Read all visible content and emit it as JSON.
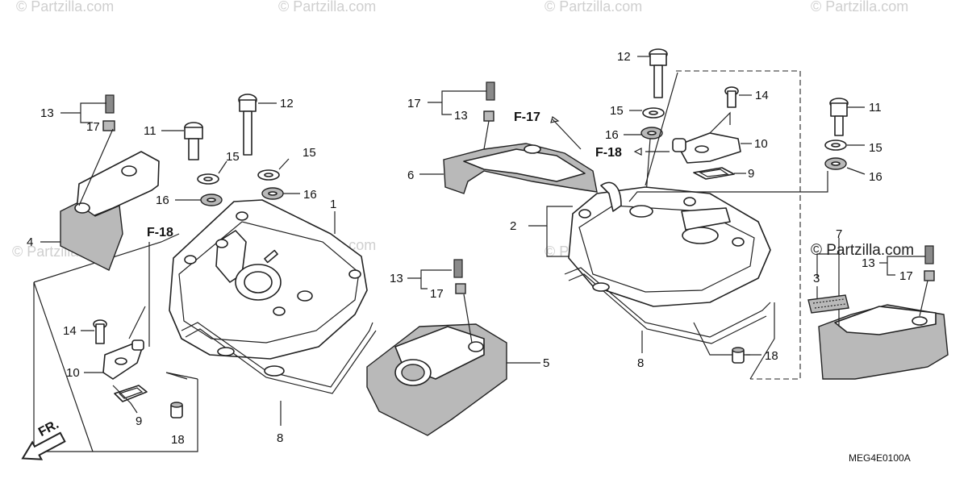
{
  "watermarks": [
    "© Partzilla.com",
    "© Partzilla.com",
    "© Partzilla.com",
    "© Partzilla.com",
    "© Partzilla.com",
    "© Partzilla.com",
    "© Partzilla.com"
  ],
  "brand_label": "© Partzilla.com",
  "diagram_code": "MEG4E0100A",
  "front_arrow_label": "FR.",
  "references": {
    "f18_left": "F-18",
    "f17": "F-17",
    "f18_right": "F-18"
  },
  "callouts": {
    "c1": "1",
    "c2": "2",
    "c3": "3",
    "c4": "4",
    "c5": "5",
    "c6": "6",
    "c7": "7",
    "c8a": "8",
    "c8b": "8",
    "c9a": "9",
    "c9b": "9",
    "c10a": "10",
    "c10b": "10",
    "c11a": "11",
    "c11b": "11",
    "c12a": "12",
    "c12b": "12",
    "c13a": "13",
    "c13b": "13",
    "c13c": "13",
    "c13d": "13",
    "c14a": "14",
    "c14b": "14",
    "c15a": "15",
    "c15b": "15",
    "c15c": "15",
    "c15d": "15",
    "c16a": "16",
    "c16b": "16",
    "c16c": "16",
    "c16d": "16",
    "c17a": "17",
    "c17b": "17",
    "c17c": "17",
    "c17d": "17",
    "c18a": "18",
    "c18b": "18"
  }
}
